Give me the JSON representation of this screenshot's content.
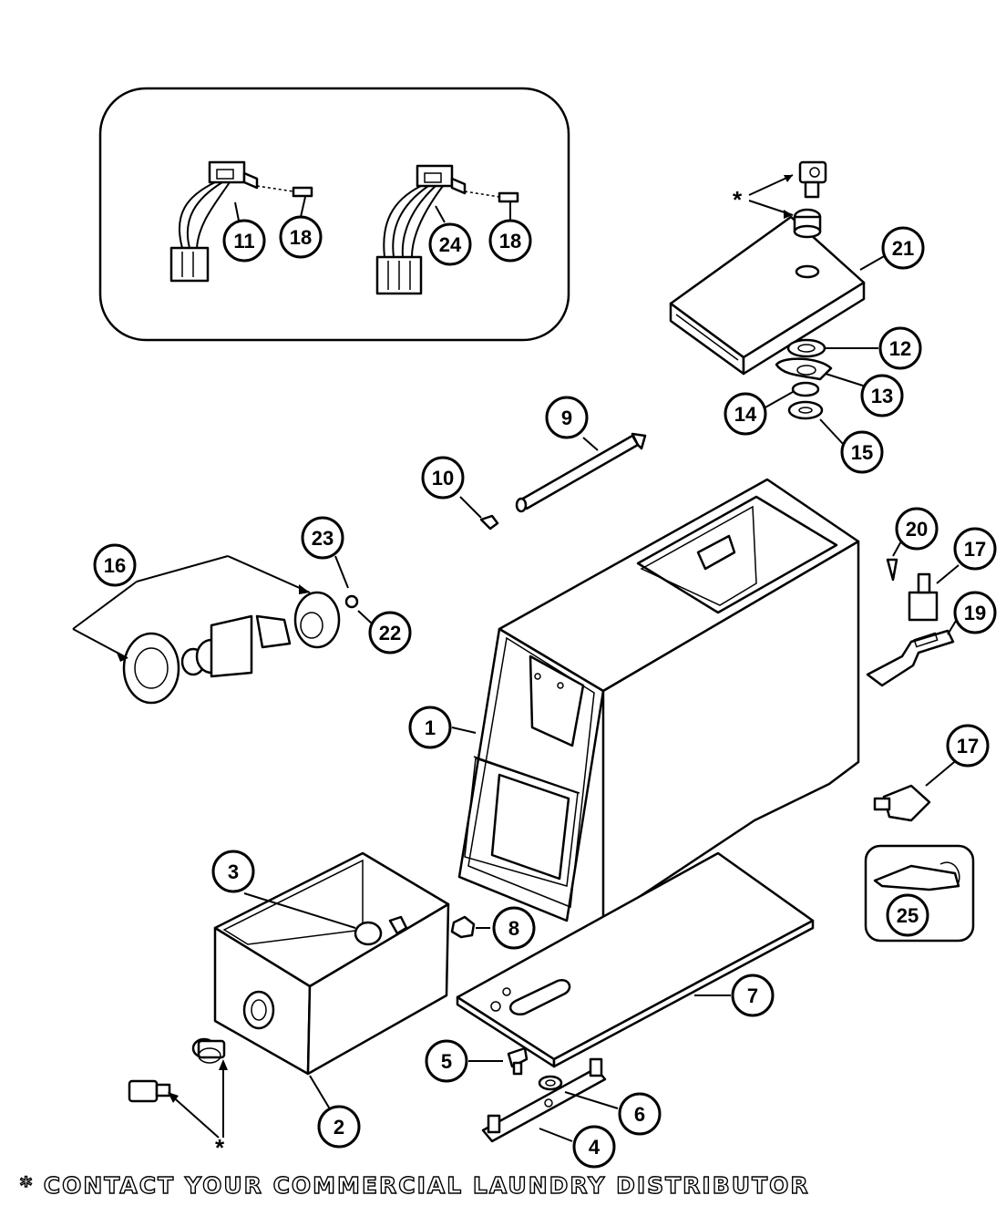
{
  "diagram": {
    "callouts": [
      {
        "id": "c11",
        "label": "11"
      },
      {
        "id": "c18a",
        "label": "18"
      },
      {
        "id": "c24",
        "label": "24"
      },
      {
        "id": "c18b",
        "label": "18"
      },
      {
        "id": "c21",
        "label": "21"
      },
      {
        "id": "c12",
        "label": "12"
      },
      {
        "id": "c13",
        "label": "13"
      },
      {
        "id": "c14",
        "label": "14"
      },
      {
        "id": "c15",
        "label": "15"
      },
      {
        "id": "c9",
        "label": "9"
      },
      {
        "id": "c10",
        "label": "10"
      },
      {
        "id": "c23",
        "label": "23"
      },
      {
        "id": "c16",
        "label": "16"
      },
      {
        "id": "c22",
        "label": "22"
      },
      {
        "id": "c20",
        "label": "20"
      },
      {
        "id": "c17a",
        "label": "17"
      },
      {
        "id": "c19",
        "label": "19"
      },
      {
        "id": "c1",
        "label": "1"
      },
      {
        "id": "c17b",
        "label": "17"
      },
      {
        "id": "c25",
        "label": "25"
      },
      {
        "id": "c3",
        "label": "3"
      },
      {
        "id": "c8",
        "label": "8"
      },
      {
        "id": "c7",
        "label": "7"
      },
      {
        "id": "c5",
        "label": "5"
      },
      {
        "id": "c6",
        "label": "6"
      },
      {
        "id": "c2",
        "label": "2"
      },
      {
        "id": "c4",
        "label": "4"
      }
    ],
    "asterisk": "*",
    "footnote": "* CONTACT YOUR COMMERCIAL LAUNDRY DISTRIBUTOR"
  }
}
